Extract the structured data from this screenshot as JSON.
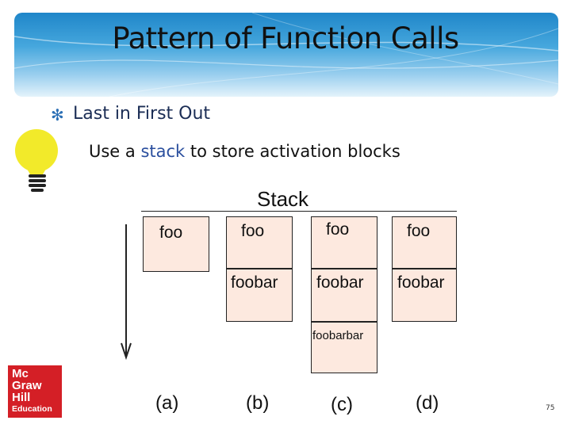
{
  "slide": {
    "title": "Pattern of Function Calls",
    "bullet": "Last in First Out",
    "sub_prefix": "Use a ",
    "sub_accent": "stack",
    "sub_suffix": " to store activation blocks",
    "page_number": "75"
  },
  "diagram": {
    "title": "Stack",
    "columns": [
      {
        "label": "(a)",
        "frames": [
          "foo"
        ]
      },
      {
        "label": "(b)",
        "frames": [
          "foo",
          "foobar"
        ]
      },
      {
        "label": "(c)",
        "frames": [
          "foo",
          "foobar",
          "foobarbar"
        ]
      },
      {
        "label": "(d)",
        "frames": [
          "foo",
          "foobar"
        ]
      }
    ]
  },
  "logo": {
    "lines": [
      "Mc",
      "Graw",
      "Hill",
      "Education"
    ]
  },
  "colors": {
    "frame_fill": "#fde9df",
    "banner": "#2a8fd0",
    "logo": "#d41f26"
  },
  "icons": [
    "lightbulb-icon",
    "asterisk-bullet-icon",
    "down-arrow-icon"
  ]
}
